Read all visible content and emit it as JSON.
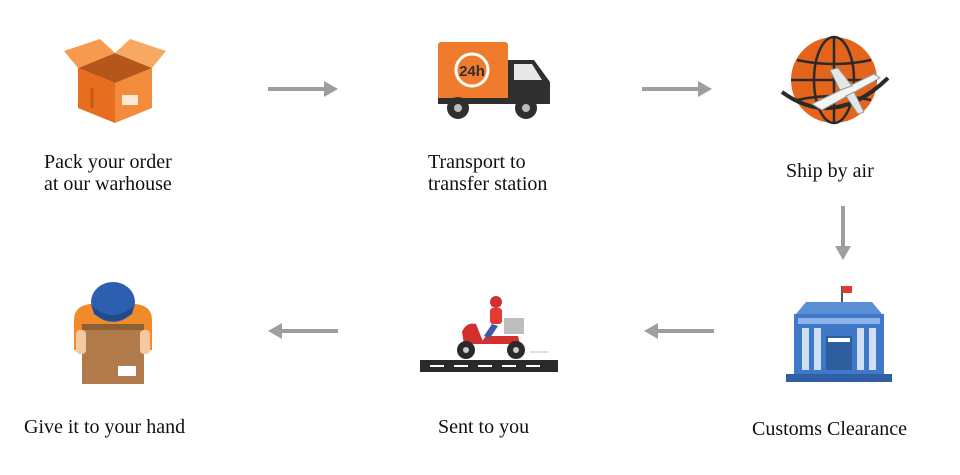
{
  "steps": [
    {
      "label_line1": "Pack your order",
      "label_line2": "at our warhouse",
      "icon": "package-box-icon"
    },
    {
      "label_line1": "Transport to",
      "label_line2": "transfer station",
      "icon": "delivery-truck-24h-icon"
    },
    {
      "label_line1": "Ship by air",
      "icon": "globe-airplane-icon"
    },
    {
      "label_line1": "Customs Clearance",
      "icon": "customs-building-icon"
    },
    {
      "label_line1": "Sent to you",
      "icon": "delivery-scooter-icon"
    },
    {
      "label_line1": "Give it to your hand",
      "icon": "courier-handing-box-icon"
    }
  ],
  "truck_badge": "24h",
  "colors": {
    "accent": "#F07B2C",
    "arrow": "#9E9E9E",
    "building": "#3F78C8"
  }
}
